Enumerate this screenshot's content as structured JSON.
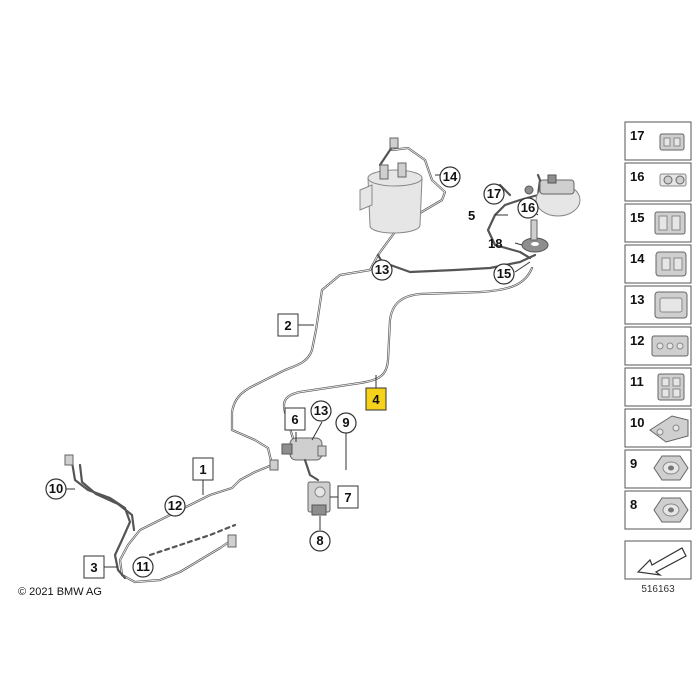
{
  "diagram": {
    "copyright": "© 2021 BMW AG",
    "drawing_number": "516163",
    "labels": {
      "l1": "1",
      "l2": "2",
      "l3": "3",
      "l4": "4",
      "l5": "5",
      "l6": "6",
      "l7": "7",
      "l8": "8",
      "l9": "9",
      "l10": "10",
      "l11": "11",
      "l12": "12",
      "l13a": "13",
      "l13b": "13",
      "l14": "14",
      "l15": "15",
      "l16": "16",
      "l17": "17",
      "l18": "18"
    },
    "highlighted_item": "4"
  },
  "sidebar": {
    "items": [
      {
        "number": "17",
        "icon": "clip-17-icon"
      },
      {
        "number": "16",
        "icon": "clip-16-icon"
      },
      {
        "number": "15",
        "icon": "clip-15-icon"
      },
      {
        "number": "14",
        "icon": "clip-14-icon"
      },
      {
        "number": "13",
        "icon": "clip-13-icon"
      },
      {
        "number": "12",
        "icon": "clip-12-icon"
      },
      {
        "number": "11",
        "icon": "clip-11-icon"
      },
      {
        "number": "10",
        "icon": "clip-10-icon"
      },
      {
        "number": "9",
        "icon": "nut-9-icon"
      },
      {
        "number": "8",
        "icon": "nut-8-icon"
      }
    ],
    "arrow_icon": "arrow-down-left-icon"
  },
  "colors": {
    "highlight": "#f7d21a",
    "pipe": "#555555"
  }
}
